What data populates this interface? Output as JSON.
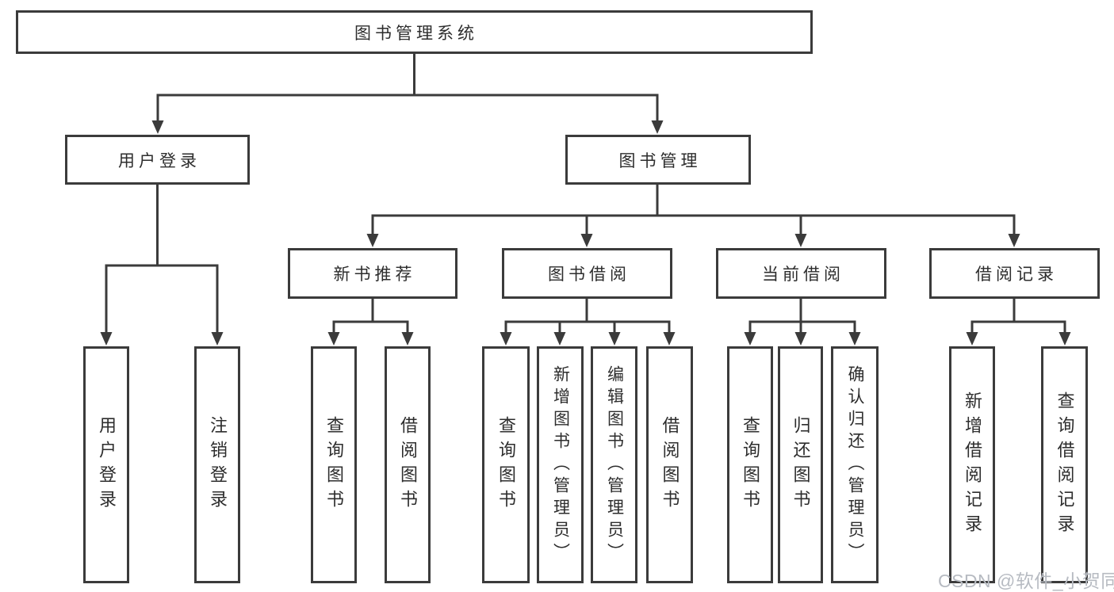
{
  "diagram": {
    "root": {
      "label": "图书管理系统"
    },
    "level2": [
      {
        "label": "用户登录"
      },
      {
        "label": "图书管理"
      }
    ],
    "level3": [
      {
        "label": "新书推荐"
      },
      {
        "label": "图书借阅"
      },
      {
        "label": "当前借阅"
      },
      {
        "label": "借阅记录"
      }
    ],
    "leaves": [
      {
        "label": "用户登录"
      },
      {
        "label": "注销登录"
      },
      {
        "label": "查询图书"
      },
      {
        "label": "借阅图书"
      },
      {
        "label": "查询图书"
      },
      {
        "label": "新增图书（管理员）"
      },
      {
        "label": "编辑图书（管理员）"
      },
      {
        "label": "借阅图书"
      },
      {
        "label": "查询图书"
      },
      {
        "label": "归还图书"
      },
      {
        "label": "确认归还（管理员）"
      },
      {
        "label": "新增借阅记录"
      },
      {
        "label": "查询借阅记录"
      }
    ]
  },
  "watermark": {
    "text": "CSDN @软件_小贺同学"
  },
  "colors": {
    "line": "#3b3b3b",
    "text": "#2d2d2d",
    "watermark": "#b7bbc2",
    "background": "#ffffff"
  }
}
